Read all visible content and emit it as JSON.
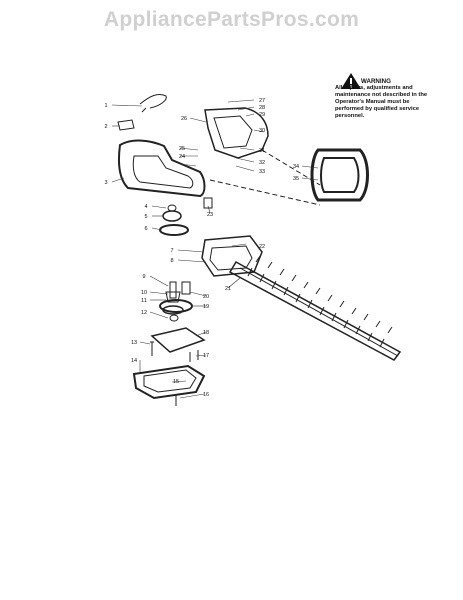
{
  "watermark": "AppliancePartsPros.com",
  "warning": {
    "title": "WARNING",
    "text": "All repairs, adjustments and maintenance not described in the Operator's Manual must be performed by qualified service personnel."
  },
  "callouts": [
    "1",
    "2",
    "3",
    "4",
    "5",
    "6",
    "7",
    "8",
    "9",
    "10",
    "11",
    "12",
    "13",
    "14",
    "15",
    "16",
    "17",
    "18",
    "19",
    "20",
    "21",
    "22",
    "23",
    "24",
    "25",
    "26",
    "27",
    "28",
    "29",
    "30",
    "31",
    "32",
    "33",
    "34",
    "35"
  ],
  "icons": {
    "warning": "warning-triangle-icon"
  }
}
